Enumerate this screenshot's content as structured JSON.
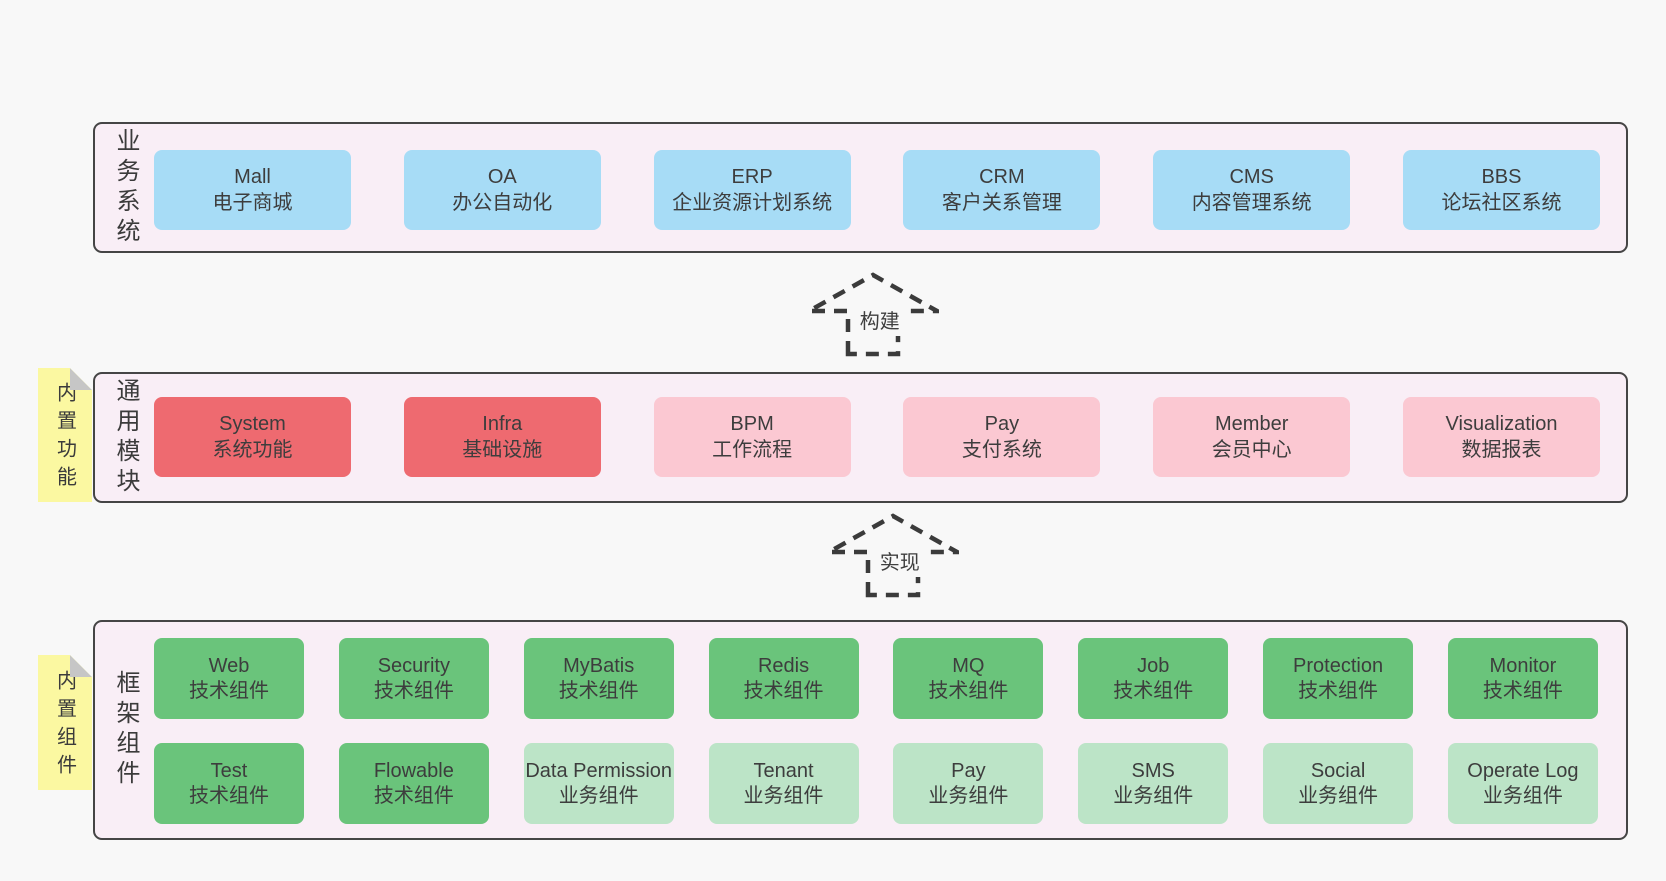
{
  "diagram": {
    "layers": {
      "business": {
        "label": "业务系统",
        "items": [
          {
            "name": "Mall",
            "desc": "电子商城"
          },
          {
            "name": "OA",
            "desc": "办公自动化"
          },
          {
            "name": "ERP",
            "desc": "企业资源计划系统"
          },
          {
            "name": "CRM",
            "desc": "客户关系管理"
          },
          {
            "name": "CMS",
            "desc": "内容管理系统"
          },
          {
            "name": "BBS",
            "desc": "论坛社区系统"
          }
        ]
      },
      "modules": {
        "label": "通用模块",
        "note": "内置功能",
        "items": [
          {
            "name": "System",
            "desc": "系统功能"
          },
          {
            "name": "Infra",
            "desc": "基础设施"
          },
          {
            "name": "BPM",
            "desc": "工作流程"
          },
          {
            "name": "Pay",
            "desc": "支付系统"
          },
          {
            "name": "Member",
            "desc": "会员中心"
          },
          {
            "name": "Visualization",
            "desc": "数据报表"
          }
        ]
      },
      "framework": {
        "label": "框架组件",
        "note": "内置组件",
        "row1": [
          {
            "name": "Web",
            "desc": "技术组件"
          },
          {
            "name": "Security",
            "desc": "技术组件"
          },
          {
            "name": "MyBatis",
            "desc": "技术组件"
          },
          {
            "name": "Redis",
            "desc": "技术组件"
          },
          {
            "name": "MQ",
            "desc": "技术组件"
          },
          {
            "name": "Job",
            "desc": "技术组件"
          },
          {
            "name": "Protection",
            "desc": "技术组件"
          },
          {
            "name": "Monitor",
            "desc": "技术组件"
          }
        ],
        "row2": [
          {
            "name": "Test",
            "desc": "技术组件"
          },
          {
            "name": "Flowable",
            "desc": "技术组件"
          },
          {
            "name": "Data Permission",
            "desc": "业务组件"
          },
          {
            "name": "Tenant",
            "desc": "业务组件"
          },
          {
            "name": "Pay",
            "desc": "业务组件"
          },
          {
            "name": "SMS",
            "desc": "业务组件"
          },
          {
            "name": "Social",
            "desc": "业务组件"
          },
          {
            "name": "Operate Log",
            "desc": "业务组件"
          }
        ]
      }
    },
    "arrows": [
      {
        "label": "构建"
      },
      {
        "label": "实现"
      }
    ],
    "colors": {
      "business_box": "#a7dcf6",
      "core_module_box": "#ee6a70",
      "module_box": "#fbc8d2",
      "tech_component_box": "#6ac47b",
      "biz_component_box": "#bce4c7",
      "sticky_note": "#fbf8a1",
      "layer_background": "#f9eef6",
      "layer_border": "#454545"
    }
  }
}
